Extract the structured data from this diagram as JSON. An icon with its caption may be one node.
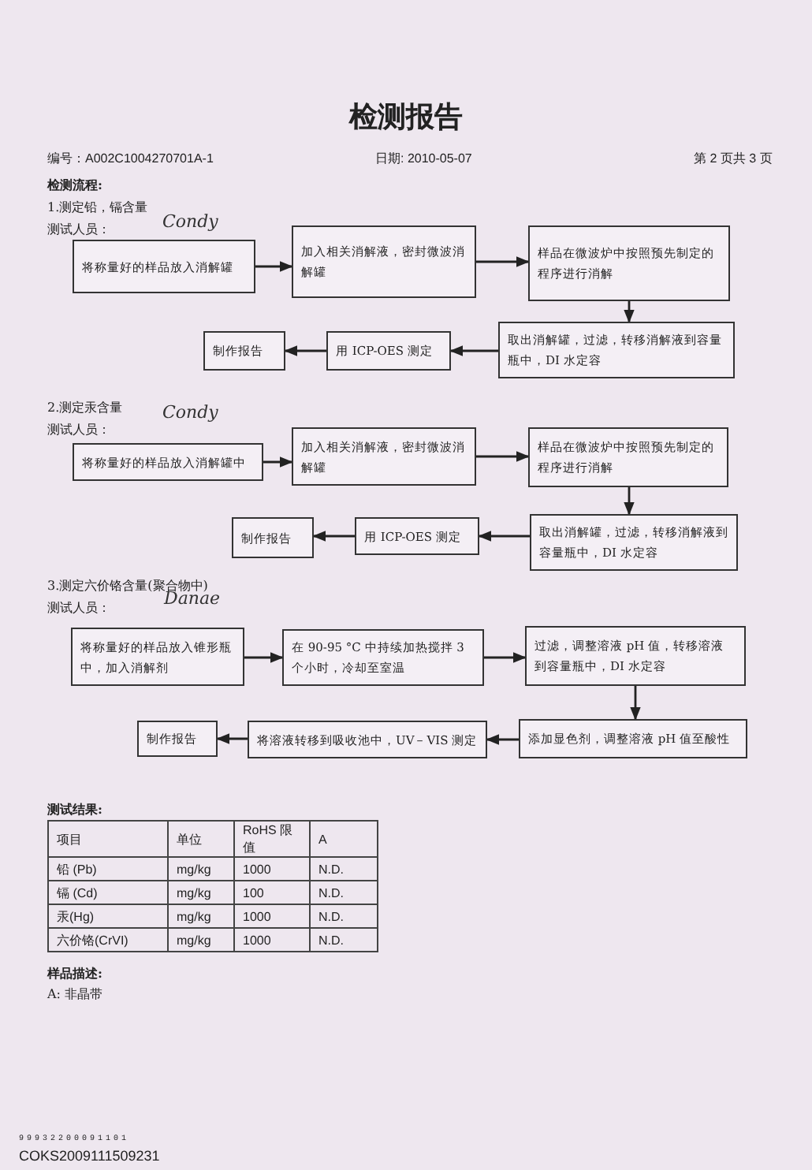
{
  "diagram": {
    "title": "检测报告",
    "nodes": [
      {
        "text": [
          "将称量好的样品放入消解罐"
        ]
      },
      {
        "text": [
          "加入相关消解液，密封微波消解罐"
        ]
      },
      {
        "text": [
          "样品在微波炉中按照预先制定的程序进行消解"
        ]
      },
      {
        "text": [
          "取出消解罐，过滤，转移消解液到容量瓶中，DI 水定容"
        ]
      },
      {
        "text": [
          "用 ICP-OES 测定"
        ]
      },
      {
        "text": [
          "制作报告"
        ]
      },
      {
        "text": [
          "将称量好的样品放入消解罐中"
        ]
      },
      {
        "text": [
          "加入相关消解液，密封微波消解罐"
        ]
      },
      {
        "text": [
          "样品在微波炉中按照预先制定的程序进行消解"
        ]
      },
      {
        "text": [
          "取出消解罐，过滤，转移消解液到容量瓶中，DI 水定容"
        ]
      },
      {
        "text": [
          "用 ICP-OES 测定"
        ]
      },
      {
        "text": [
          "制作报告"
        ]
      },
      {
        "text": [
          "将称量好的样品放入锥形瓶中，加入消解剂"
        ]
      },
      {
        "text": [
          "在 90-95 °C 中持续加热搅拌 3 个小时，冷却至室温"
        ]
      },
      {
        "text": [
          "过滤，调整溶液 pH 值，转移溶液到容量瓶中，DI 水定容"
        ]
      },
      {
        "text": [
          "添加显色剂，调整溶液 pH 值至酸性"
        ]
      },
      {
        "text": [
          "将溶液转移到吸收池中，UV－VIS 测定"
        ]
      },
      {
        "text": [
          "制作报告"
        ]
      }
    ],
    "edges": [
      {
        "from": 0,
        "to": 1,
        "arrow": "to"
      },
      {
        "from": 1,
        "to": 2,
        "arrow": "to"
      },
      {
        "from": 2,
        "to": 3,
        "arrow": "to"
      },
      {
        "from": 3,
        "to": 4,
        "arrow": "to"
      },
      {
        "from": 4,
        "to": 5,
        "arrow": "to"
      },
      {
        "from": 6,
        "to": 7,
        "arrow": "to"
      },
      {
        "from": 7,
        "to": 8,
        "arrow": "to"
      },
      {
        "from": 8,
        "to": 9,
        "arrow": "to"
      },
      {
        "from": 9,
        "to": 10,
        "arrow": "to"
      },
      {
        "from": 10,
        "to": 11,
        "arrow": "to"
      },
      {
        "from": 12,
        "to": 13,
        "arrow": "to"
      },
      {
        "from": 13,
        "to": 14,
        "arrow": "to"
      },
      {
        "from": 14,
        "to": 15,
        "arrow": "to"
      },
      {
        "from": 15,
        "to": 16,
        "arrow": "to"
      },
      {
        "from": 16,
        "to": 17,
        "arrow": "to"
      }
    ],
    "labels": [
      "编号：A002C1004270701A-1",
      "日期: 2010-05-07",
      "第 2 页共 3 页",
      "检测流程:",
      "1.测定铅，镉含量",
      "测试人员：",
      "Condy",
      "2.测定汞含量",
      "测试人员：",
      "Condy",
      "3.测定六价铬含量(聚合物中)",
      "测试人员：",
      "Danae",
      "测试结果:",
      "项目",
      "单位",
      "RoHS 限值",
      "A",
      "铅 (Pb)",
      "mg/kg",
      "1000",
      "N.D.",
      "镉 (Cd)",
      "mg/kg",
      "100",
      "N.D.",
      "汞(Hg)",
      "mg/kg",
      "1000",
      "N.D.",
      "六价铬(CrVI)",
      "mg/kg",
      "1000",
      "N.D.",
      "样品描述:",
      "A: 非晶带",
      "99932200091101",
      "COKS2009111509231"
    ]
  }
}
